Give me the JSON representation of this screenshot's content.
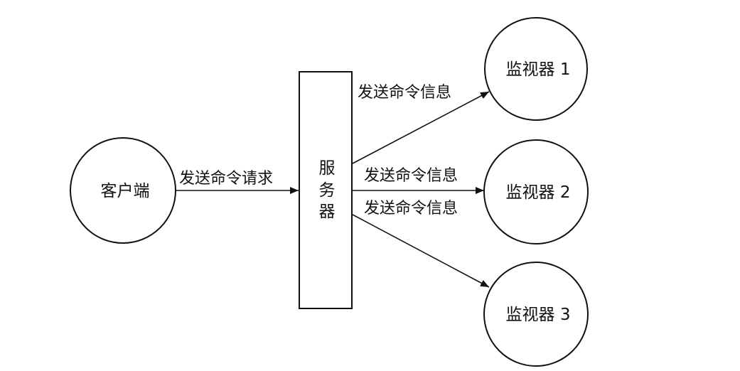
{
  "nodes": {
    "client": "客户端",
    "server": [
      "服",
      "务",
      "器"
    ],
    "monitor1": "监视器 1",
    "monitor2": "监视器 2",
    "monitor3": "监视器 3"
  },
  "edges": {
    "client_to_server": "发送命令请求",
    "server_to_monitor1": "发送命令信息",
    "server_to_monitor2": "发送命令信息",
    "server_to_monitor3": "发送命令信息"
  },
  "colors": {
    "stroke": "#111111",
    "background": "#ffffff"
  }
}
